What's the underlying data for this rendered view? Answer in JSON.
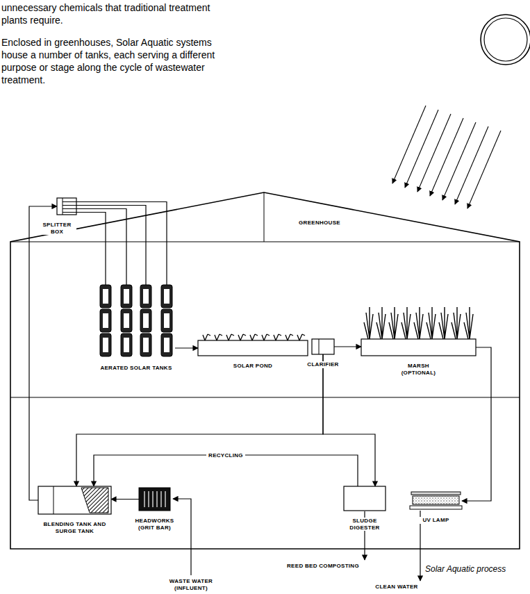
{
  "diagram": {
    "caption": "Solar Aquatic process",
    "nodes": [
      {
        "text": [
          "SPLITTER BOX"
        ]
      },
      {
        "text": [
          "AERATED SOLAR TANKS"
        ]
      },
      {
        "text": [
          "SOLAR POND"
        ]
      },
      {
        "text": [
          "CLARIFIER"
        ]
      },
      {
        "text": [
          "MARSH (OPTIONAL)"
        ]
      },
      {
        "text": [
          "BLENDING TANK AND SURGE TANK"
        ]
      },
      {
        "text": [
          "HEADWORKS (GRIT BAR)"
        ]
      },
      {
        "text": [
          "SLUDGE DIGESTER"
        ]
      },
      {
        "text": [
          "UV LAMP"
        ]
      }
    ],
    "edges": [
      {
        "from": 0,
        "to": 1,
        "arrow": "none"
      },
      {
        "from": 1,
        "to": 2,
        "arrow": "to"
      },
      {
        "from": 3,
        "to": 4,
        "arrow": "to"
      },
      {
        "from": 3,
        "to": 5,
        "arrow": "to"
      },
      {
        "from": 3,
        "to": 7,
        "arrow": "to"
      },
      {
        "from": 7,
        "to": 5,
        "label": "RECYCLING",
        "arrow": "to"
      },
      {
        "from": 6,
        "to": 5,
        "arrow": "to"
      },
      {
        "from": 5,
        "to": 0,
        "arrow": "to"
      },
      {
        "from": 4,
        "to": 8,
        "arrow": "to"
      }
    ],
    "labels": [
      "unnecessary chemicals that traditional treatment plants require.",
      "Enclosed in greenhouses, Solar Aquatic systems house a number of tanks, each serving a different purpose or stage along the cycle of wastewater treatment.",
      "GREENHOUSE",
      "WASTE WATER (INFLUENT)",
      "REED BED COMPOSTING",
      "CLEAN WATER"
    ]
  }
}
